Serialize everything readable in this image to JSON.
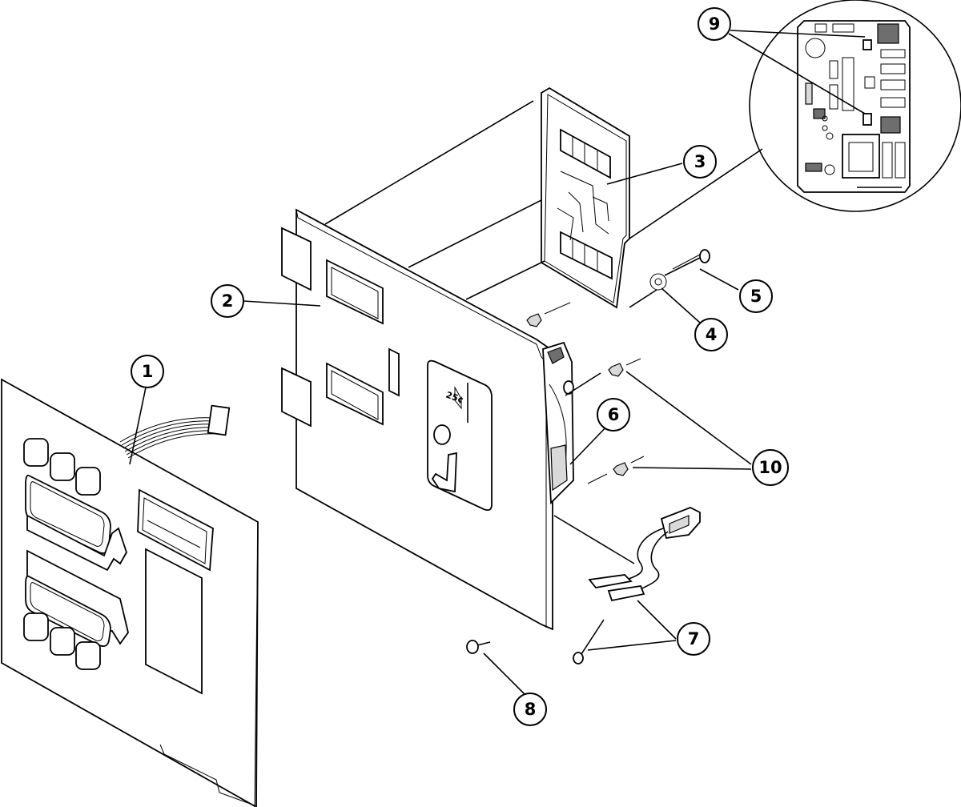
{
  "diagram": {
    "callouts": [
      {
        "id": "1",
        "label": "1"
      },
      {
        "id": "2",
        "label": "2"
      },
      {
        "id": "3",
        "label": "3"
      },
      {
        "id": "4",
        "label": "4"
      },
      {
        "id": "5",
        "label": "5"
      },
      {
        "id": "6",
        "label": "6"
      },
      {
        "id": "7",
        "label": "7"
      },
      {
        "id": "8",
        "label": "8"
      },
      {
        "id": "9",
        "label": "9"
      },
      {
        "id": "10",
        "label": "10"
      }
    ],
    "coin_slot_label": "25¢"
  }
}
